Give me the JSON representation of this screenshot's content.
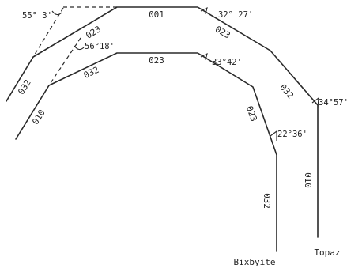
{
  "outer_profile": {
    "faces": [
      "032",
      "023",
      "001",
      "023",
      "032",
      "010"
    ],
    "angles": [
      "55° 3'",
      "32° 27'",
      "34°57'"
    ]
  },
  "inner_profile": {
    "faces": [
      "010",
      "032",
      "023",
      "023",
      "032"
    ],
    "angles": [
      "56°18'",
      "33°42'",
      "22°36'"
    ]
  },
  "labels": {
    "inner_name": "Bixbyite",
    "outer_name": "Topaz"
  }
}
